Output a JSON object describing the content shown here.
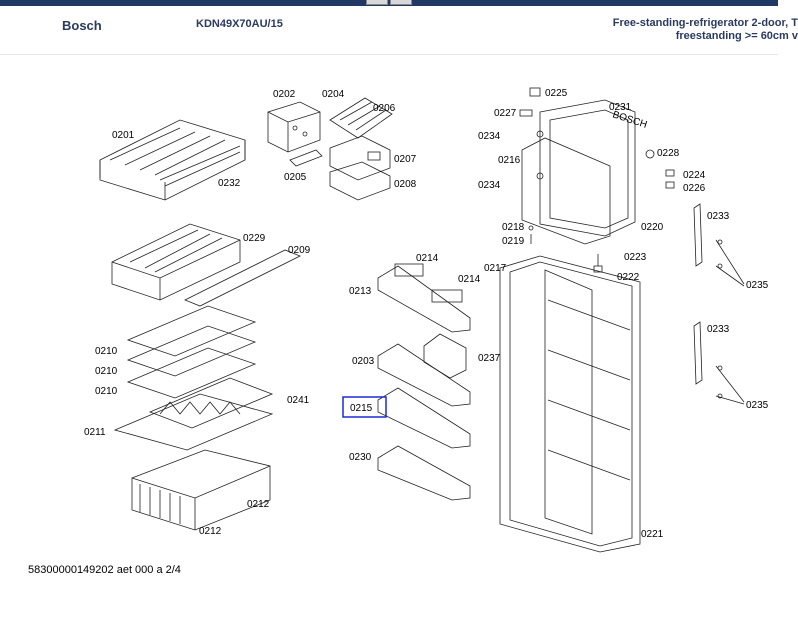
{
  "header": {
    "brand": "Bosch",
    "model": "KDN49X70AU/15",
    "description_line1": "Free-standing-refrigerator 2-door, T",
    "description_line2": "freestanding >= 60cm v"
  },
  "diagram": {
    "brand_mark": "BOSCH",
    "part_labels": [
      "0201",
      "0232",
      "0202",
      "0204",
      "0206",
      "0205",
      "0207",
      "0208",
      "0229",
      "0209",
      "0210",
      "0210",
      "0210",
      "0241",
      "0211",
      "0212",
      "0212",
      "0214",
      "0214",
      "0213",
      "0237",
      "0203",
      "0215",
      "0230",
      "0225",
      "0227",
      "0231",
      "0234",
      "0216",
      "0234",
      "0228",
      "0224",
      "0226",
      "0220",
      "0218",
      "0219",
      "0223",
      "0222",
      "0217",
      "0233",
      "0235",
      "0233",
      "0235",
      "0221"
    ],
    "highlighted_part": "0215",
    "highlight_color": "#1a2bd6"
  },
  "footer": {
    "document_code": "58300000149202 aet 000 a 2/4"
  }
}
